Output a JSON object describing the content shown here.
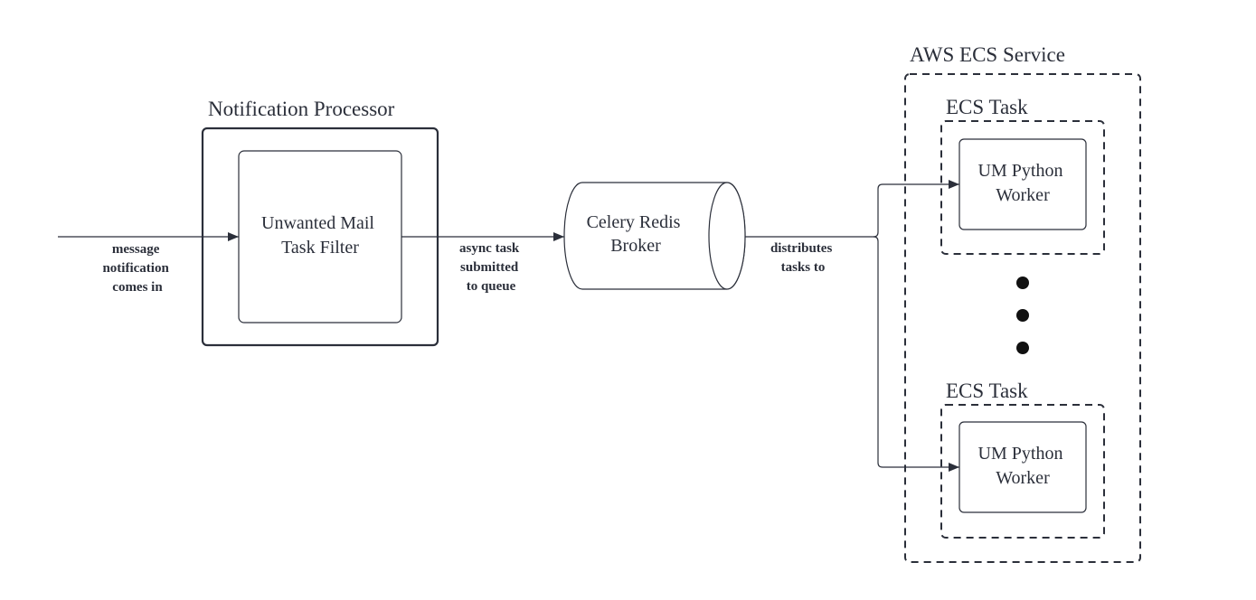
{
  "groups": {
    "notification_processor": "Notification Processor",
    "aws_ecs_service": "AWS ECS Service",
    "ecs_task_top": "ECS Task",
    "ecs_task_bottom": "ECS Task"
  },
  "nodes": {
    "filter": [
      "Unwanted Mail",
      "Task Filter"
    ],
    "broker": [
      "Celery Redis",
      "Broker"
    ],
    "worker_top": [
      "UM Python",
      "Worker"
    ],
    "worker_bottom": [
      "UM Python",
      "Worker"
    ]
  },
  "edges": {
    "incoming": [
      "message",
      "notification",
      "comes in"
    ],
    "submit": [
      "async task",
      "submitted",
      "to queue"
    ],
    "distribute": [
      "distributes",
      "tasks to"
    ]
  },
  "colors": {
    "stroke": "#2b2f3a",
    "background": "#ffffff"
  }
}
